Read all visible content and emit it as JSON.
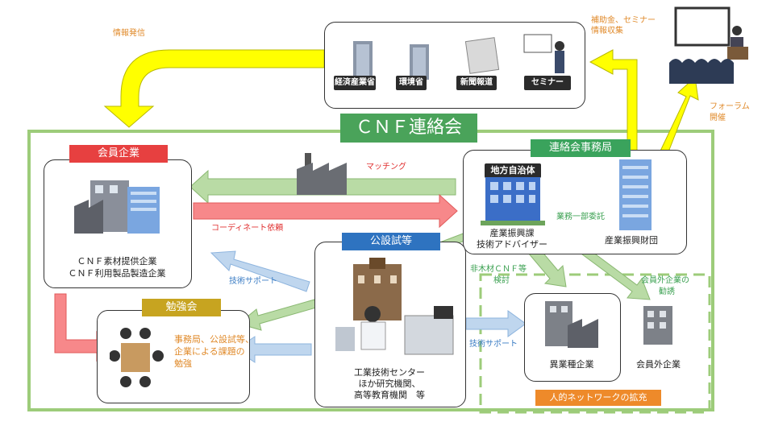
{
  "top_sources": {
    "labels": [
      "経済産業省",
      "環境省",
      "新聞報道",
      "セミナー"
    ]
  },
  "arrows": {
    "info_dispatch": "情報発信",
    "subsidy_collect": [
      "補助金、セミナー",
      "情報収集"
    ],
    "forum": [
      "フォーラム",
      "開催"
    ],
    "matching": "マッチング",
    "coordinate": "コーディネート依頼",
    "tech_support_1": "技術サポート",
    "tech_support_2": "技術サポート",
    "partial_delegation": "業務一部委託",
    "nonwood_study": [
      "非木材ＣＮＦ等",
      "検討"
    ],
    "invite": [
      "会員外企業の",
      "勧誘"
    ]
  },
  "network": {
    "title": "ＣＮＦ連絡会",
    "members": {
      "title": "会員企業",
      "lines": [
        "ＣＮＦ素材提供企業",
        "ＣＮＦ利用製品製造企業"
      ]
    },
    "secretariat": {
      "title": "連絡会事務局",
      "sign": "地方自治体",
      "dept": [
        "産業振興課",
        "技術アドバイザー"
      ],
      "foundation": "産業振興財団"
    },
    "public_test": {
      "title": "公設試等",
      "lines": [
        "工業技術センター",
        "ほか研究機関、",
        "高等教育機関　等"
      ]
    },
    "study": {
      "title": "勉強会",
      "lines": [
        "事務局、公設試等、",
        "企業による課題の",
        "勉強"
      ]
    }
  },
  "outside": {
    "other_industry": "異業種企業",
    "non_member": "会員外企業",
    "banner": "人的ネットワークの拡充"
  },
  "colors": {
    "outer_border": "#9dcc7a",
    "title_bg": "#4aa35a",
    "member_bg": "#e74040",
    "secretariat_bg": "#3aa35c",
    "public_bg": "#2e73c0",
    "study_bg": "#c7a420",
    "banner_bg": "#ee8a2a",
    "yellow_arrow": "#ffff00",
    "green_arrow": "#b9dba5",
    "red_arrow": "#f7888a",
    "blue_arrow": "#bfd6ee"
  }
}
